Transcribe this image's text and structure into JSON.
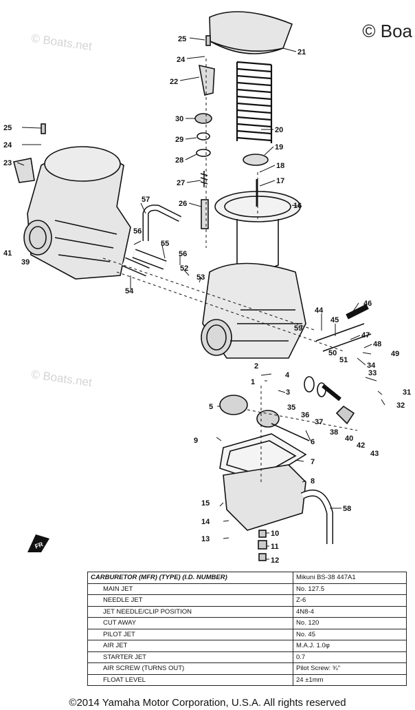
{
  "watermarks": {
    "top_left": "© Boats.net",
    "mid_left": "© Boats.net",
    "top_right": "© Boa"
  },
  "callouts": [
    "1",
    "2",
    "3",
    "4",
    "5",
    "6",
    "7",
    "8",
    "9",
    "10",
    "11",
    "12",
    "13",
    "14",
    "15",
    "16",
    "17",
    "18",
    "19",
    "20",
    "21",
    "22",
    "23",
    "24",
    "25",
    "26",
    "27",
    "28",
    "29",
    "30",
    "31",
    "32",
    "33",
    "34",
    "35",
    "36",
    "37",
    "38",
    "39",
    "40",
    "41",
    "42",
    "43",
    "44",
    "45",
    "46",
    "47",
    "48",
    "49",
    "50",
    "51",
    "52",
    "53",
    "54",
    "55",
    "56",
    "57",
    "58",
    "59"
  ],
  "front_marker": "FR",
  "spec_table": {
    "rows": [
      {
        "label": "CARBURETOR (MFR) (TYPE) (I.D. NUMBER)",
        "value": "Mikuni   BS-38    447A1"
      },
      {
        "label": "MAIN JET",
        "value": "No. 127.5"
      },
      {
        "label": "NEEDLE JET",
        "value": "Z-6"
      },
      {
        "label": "JET NEEDLE/CLIP POSITION",
        "value": "4N8-4"
      },
      {
        "label": "CUT AWAY",
        "value": "No. 120"
      },
      {
        "label": "PILOT JET",
        "value": "No. 45"
      },
      {
        "label": "AIR JET",
        "value": "M.A.J.   1.0φ"
      },
      {
        "label": "STARTER JET",
        "value": "0.7"
      },
      {
        "label": "AIR SCREW (TURNS OUT)",
        "value": "Pilot Screw:  ¾\""
      },
      {
        "label": "FLOAT LEVEL",
        "value": "24 ±1mm"
      }
    ]
  },
  "copyright": "©2014 Yamaha Motor Corporation, U.S.A. All rights reserved"
}
